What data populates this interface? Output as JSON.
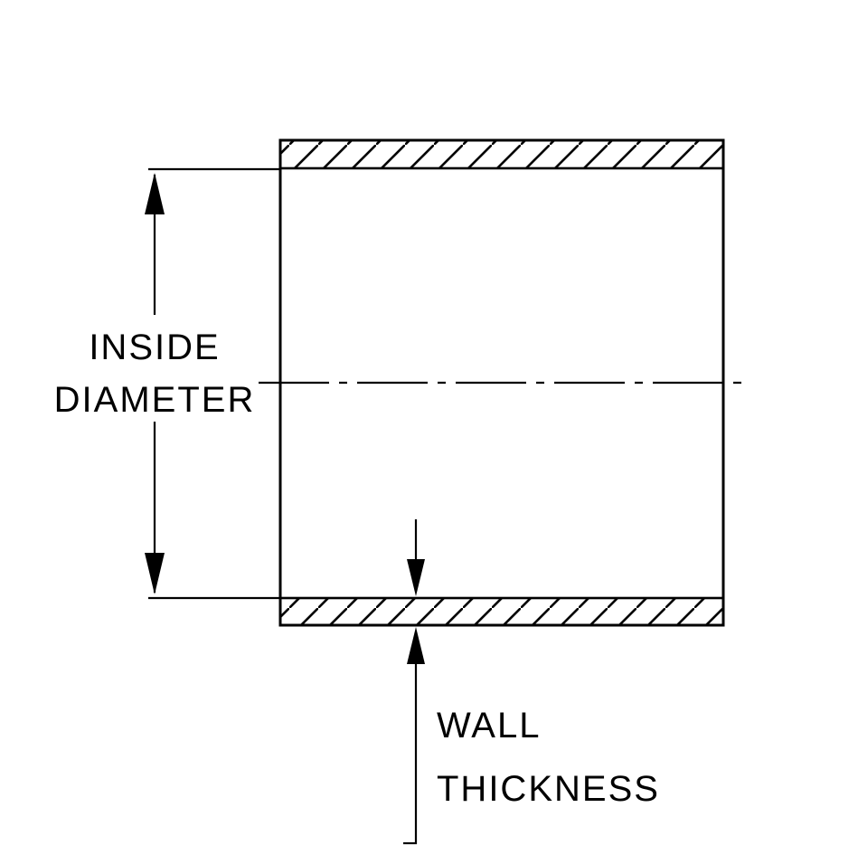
{
  "diagram": {
    "labels": {
      "inside_diameter": {
        "line1": "INSIDE",
        "line2": "DIAMETER"
      },
      "wall_thickness": {
        "line1": "WALL",
        "line2": "THICKNESS"
      }
    },
    "colors": {
      "line": "#000000",
      "background": "#ffffff"
    }
  }
}
